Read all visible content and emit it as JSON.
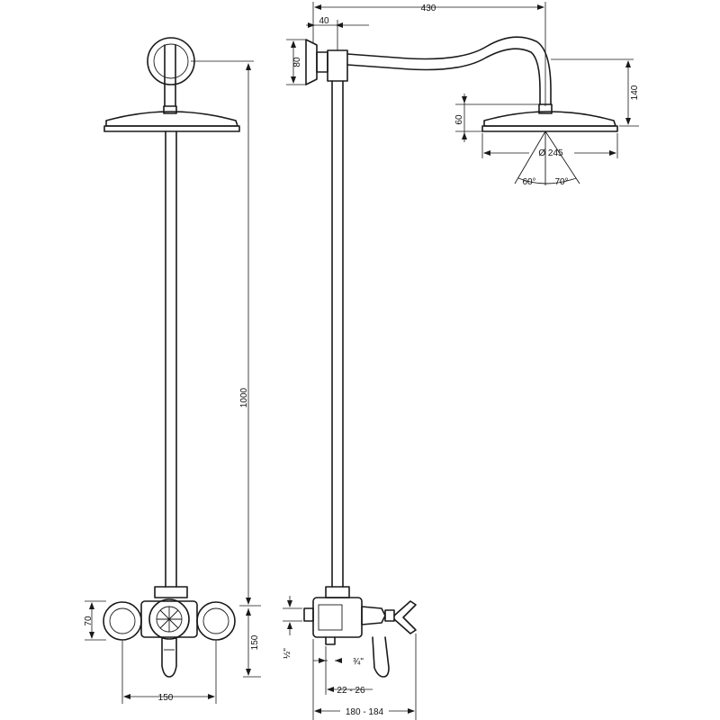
{
  "dimensions": {
    "overall_projection": "430",
    "bracket_depth": "40",
    "bracket_height": "80",
    "head_drop": "140",
    "head_height": "60",
    "head_diameter": "Ø 245",
    "spray_angle_left": "60°",
    "spray_angle_right": "70°",
    "riser_height": "1000",
    "valve_handle_height": "70",
    "valve_height": "150",
    "valve_width": "150",
    "inlet_thread": "½\"",
    "outlet_thread": "¾\"",
    "valve_offset": "22 - 26",
    "wall_projection": "180 - 184"
  }
}
